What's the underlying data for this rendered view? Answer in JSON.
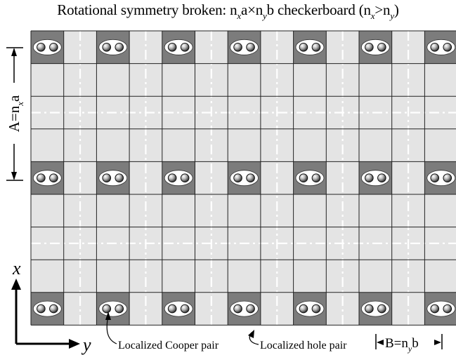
{
  "title": {
    "prefix": "Rotational symmetry broken: n",
    "sub1": "x",
    "mid1": "a×n",
    "sub2": "y",
    "mid2": "b checkerboard (n",
    "sub3": "x",
    "mid3": ">n",
    "sub4": "y",
    "suffix": ")"
  },
  "period_a": {
    "text": "A=n",
    "sub": "x",
    "tail": "a"
  },
  "period_b": {
    "text": "B=n",
    "sub": "y",
    "tail": "b"
  },
  "axis_x": "x",
  "axis_y": "y",
  "labels": {
    "cooper_pair": "Localized Cooper pair",
    "hole_pair": "Localized hole pair"
  },
  "colors": {
    "background_cell": "#e4e4e4",
    "pair_cell": "#7c7c7c",
    "grid_line": "#222222",
    "dashdot_line": "#ffffff"
  },
  "lattice": {
    "columns": 13,
    "rows": 9,
    "pair_rows": [
      0,
      4,
      8
    ]
  }
}
